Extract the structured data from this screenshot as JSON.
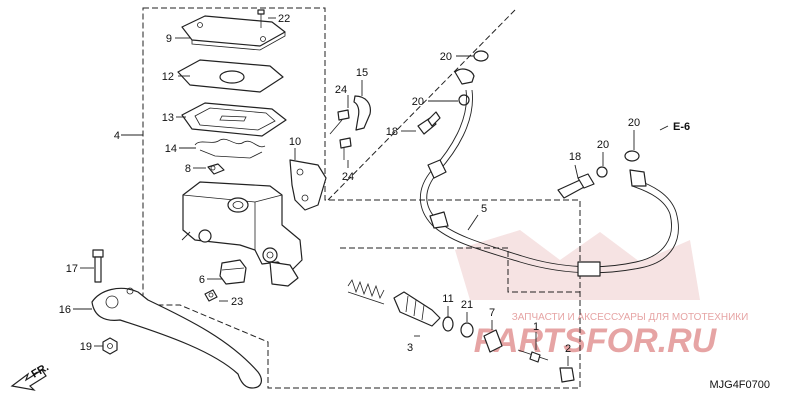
{
  "diagram": {
    "code": "MJG4F0700",
    "direction_label": "FR.",
    "reference_label": "E-6",
    "watermark_logo": "PARTSFOR.RU",
    "watermark_text": "ЗАПЧАСТИ И АКСЕССУАРЫ ДЛЯ МОТОТЕХНИКИ",
    "callouts": {
      "c1": "1",
      "c2": "2",
      "c3": "3",
      "c4": "4",
      "c5": "5",
      "c6": "6",
      "c7": "7",
      "c8": "8",
      "c9": "9",
      "c10": "10",
      "c11": "11",
      "c12": "12",
      "c13": "13",
      "c14": "14",
      "c15": "15",
      "c16": "16",
      "c17": "17",
      "c18a": "18",
      "c18b": "18",
      "c19": "19",
      "c20a": "20",
      "c20b": "20",
      "c20c": "20",
      "c20d": "20",
      "c21": "21",
      "c22": "22",
      "c23": "23",
      "c24a": "24",
      "c24b": "24"
    }
  }
}
